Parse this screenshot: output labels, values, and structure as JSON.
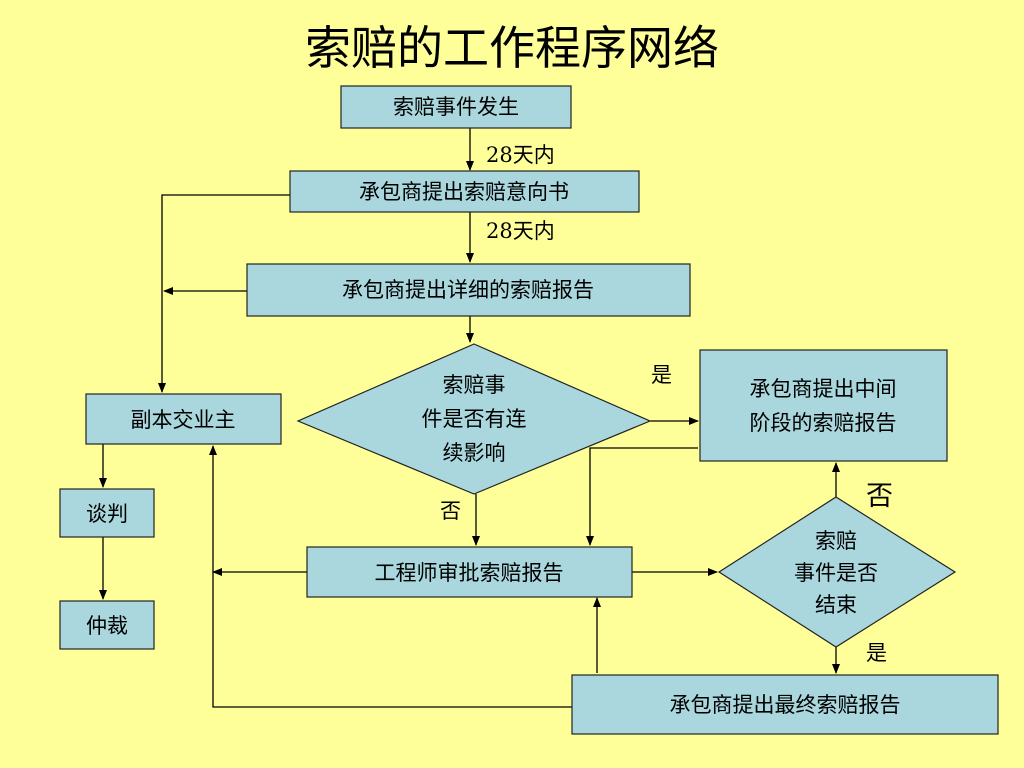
{
  "title": "索赔的工作程序网络",
  "nodes": {
    "claim_event": "索赔事件发生",
    "intent_notice": "承包商提出索赔意向书",
    "detailed_report": "承包商提出详细的索赔报告",
    "continuous_q": [
      "索赔事",
      "件是否有连",
      "续影响"
    ],
    "interim_report": [
      "承包商提出中间",
      "阶段的索赔报告"
    ],
    "copy_owner": "副本交业主",
    "negotiation": "谈判",
    "arbitration": "仲裁",
    "engineer_review": "工程师审批索赔报告",
    "ended_q": [
      "索赔",
      "事件是否",
      "结束"
    ],
    "final_report": "承包商提出最终索赔报告"
  },
  "edge_labels": {
    "days_1": "28天内",
    "days_2": "28天内",
    "continuous_yes": "是",
    "continuous_no": "否",
    "ended_no": "否",
    "ended_yes": "是"
  }
}
